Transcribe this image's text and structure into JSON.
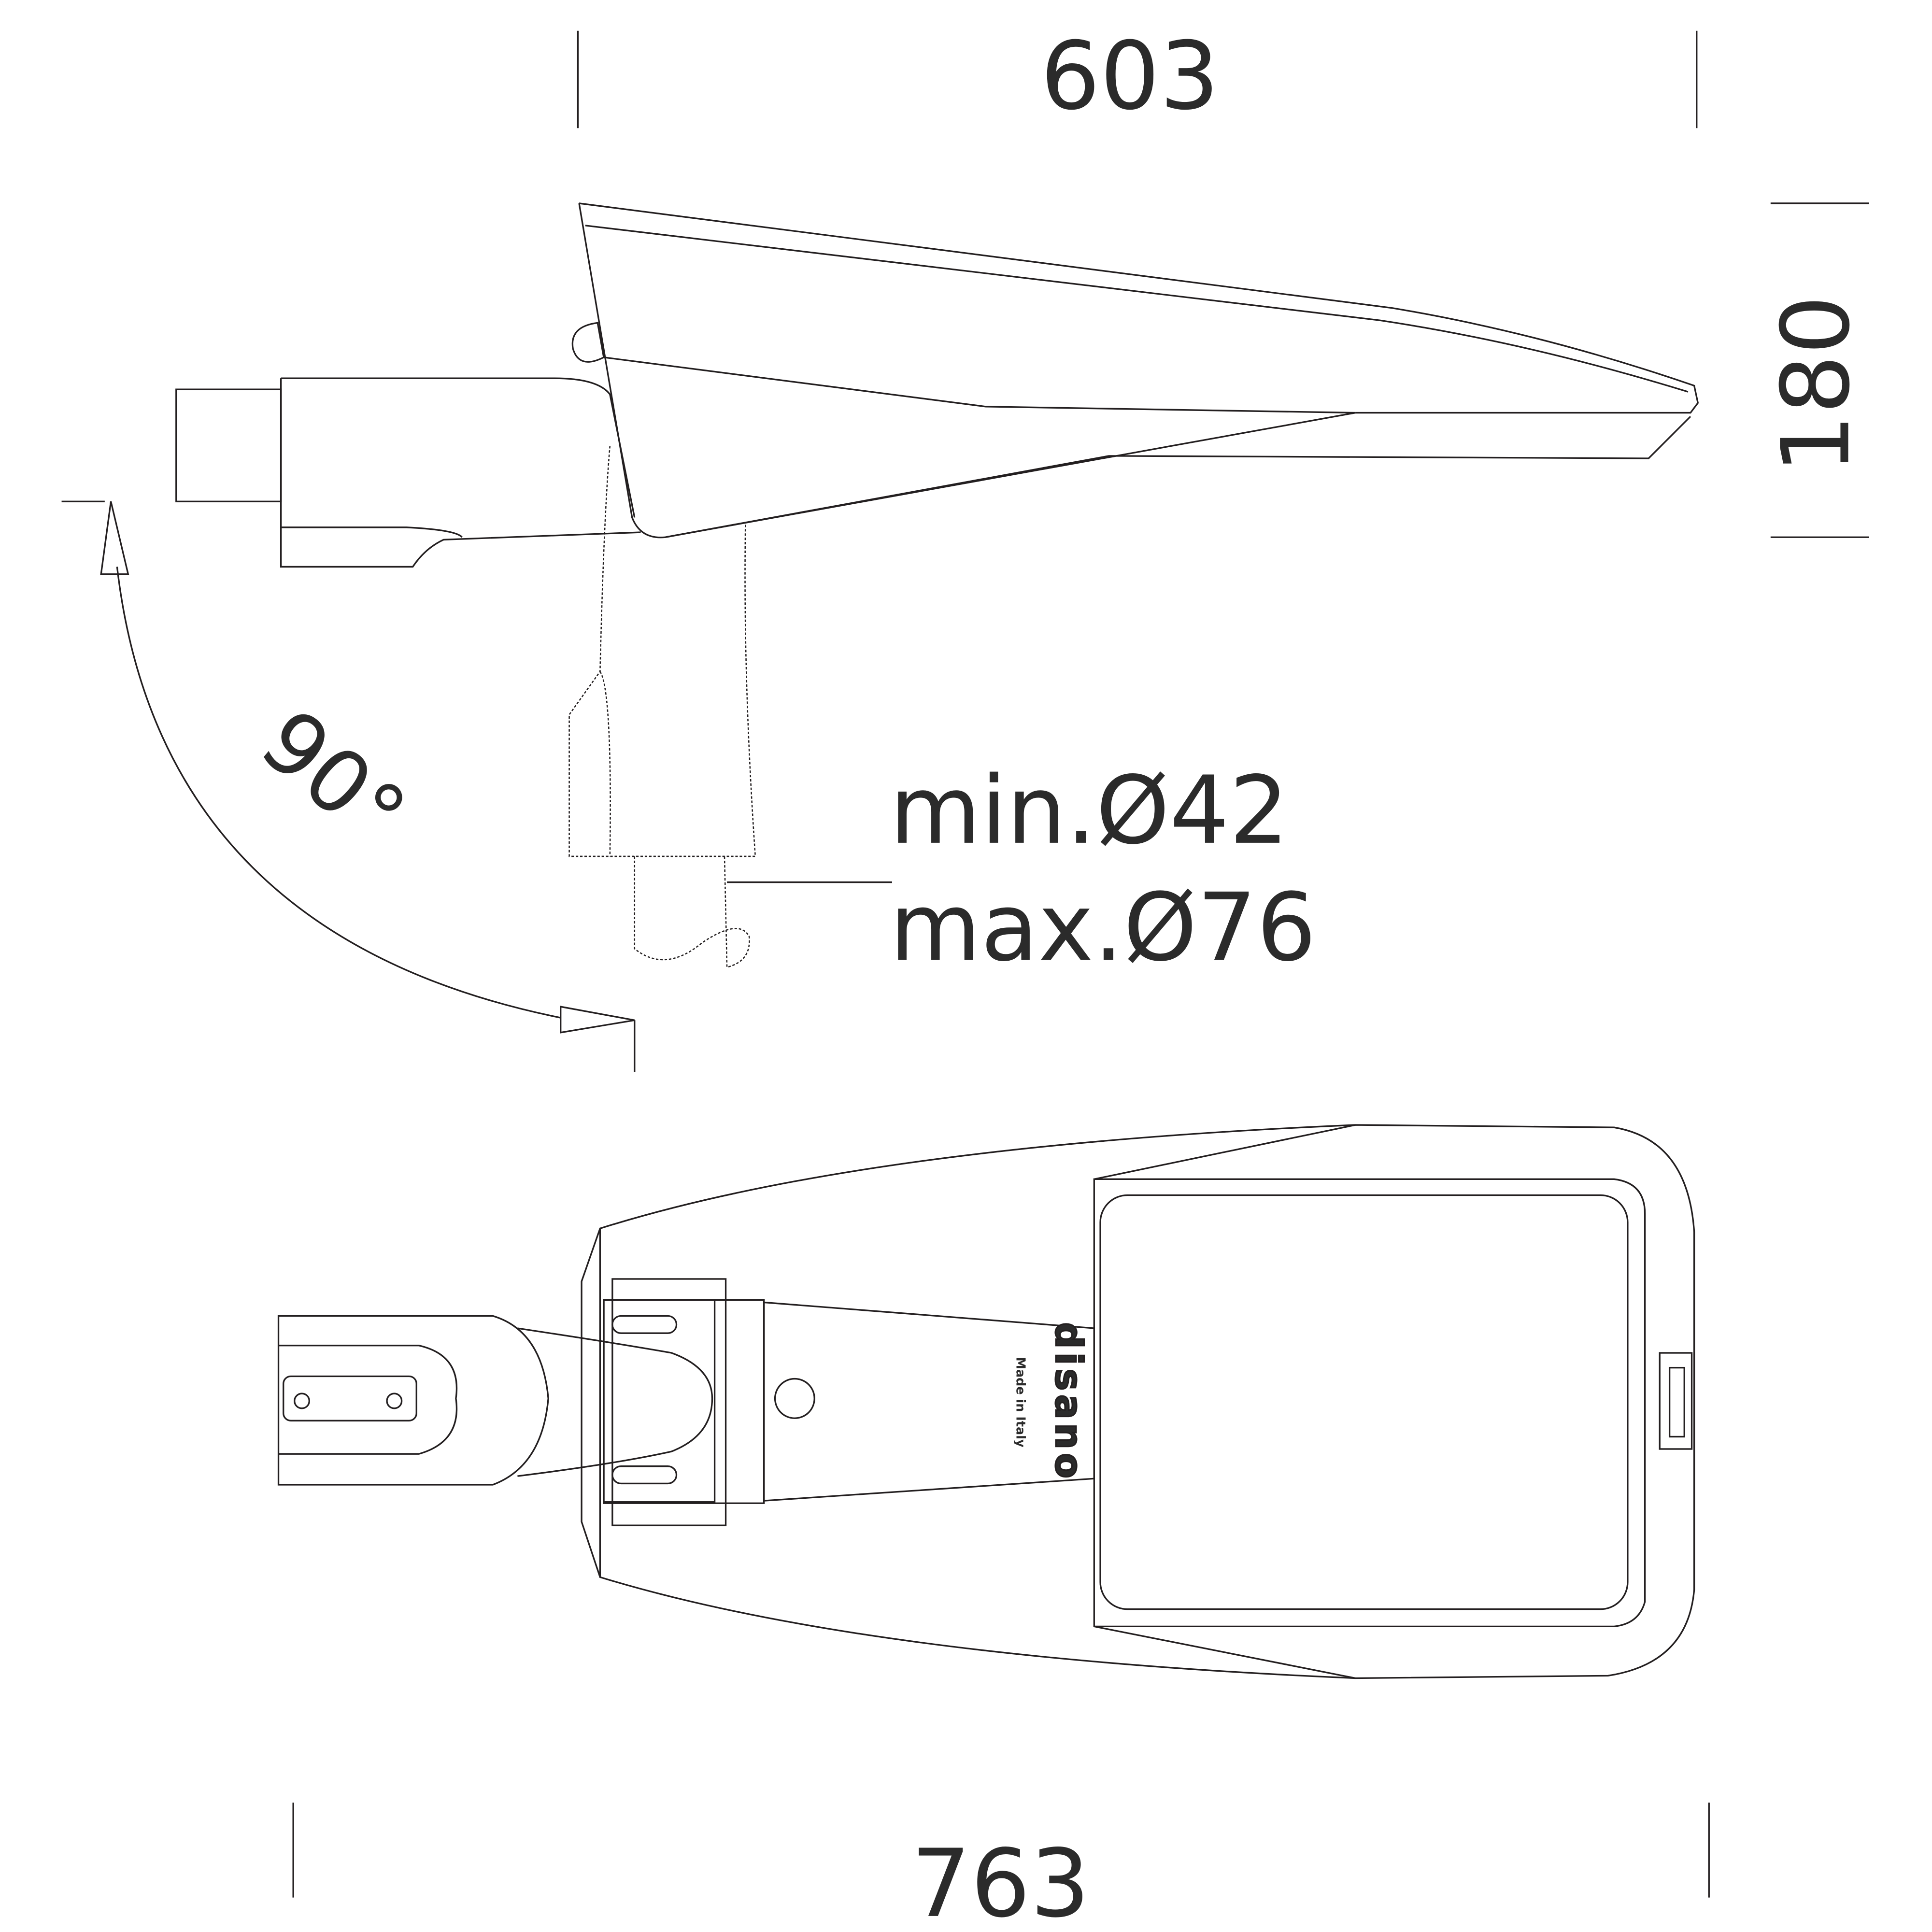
{
  "dimensions": {
    "width_top": "603",
    "height_right": "180",
    "width_bottom": "763",
    "tilt_angle": "90°",
    "pole_min": "min.Ø42",
    "pole_max": "max.Ø76"
  },
  "logo": {
    "brand": "disano",
    "tagline": "Made in Italy"
  },
  "colors": {
    "line": "#231f20",
    "text": "#2b2b2b"
  }
}
